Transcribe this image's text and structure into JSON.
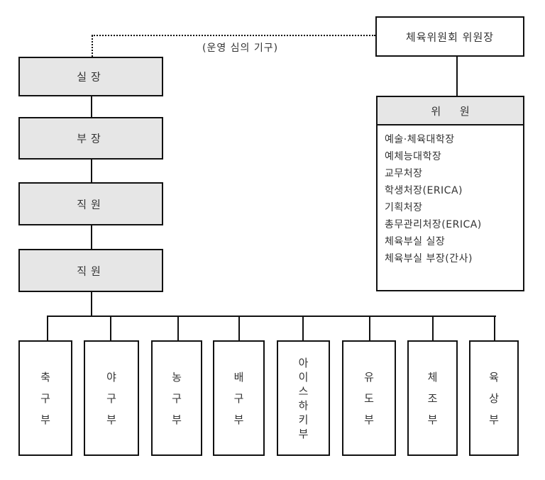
{
  "committee": {
    "chair": "체육위원회 위원장",
    "members_title": "위 원",
    "members": [
      "예술·체육대학장",
      "예체능대학장",
      "교무처장",
      "학생처장(ERICA)",
      "기획처장",
      "총무관리처장(ERICA)",
      "체육부실 실장",
      "체육부실 부장(간사)"
    ]
  },
  "advisory_note": "(운영 심의 기구)",
  "hierarchy": [
    {
      "label": "실장"
    },
    {
      "label": "부장"
    },
    {
      "label": "직원"
    },
    {
      "label": "직원"
    }
  ],
  "teams": [
    {
      "chars": [
        "축",
        "구",
        "부"
      ]
    },
    {
      "chars": [
        "야",
        "구",
        "부"
      ]
    },
    {
      "chars": [
        "농",
        "구",
        "부"
      ]
    },
    {
      "chars": [
        "배",
        "구",
        "부"
      ]
    },
    {
      "chars": [
        "아",
        "이",
        "스",
        "하",
        "키",
        "부"
      ]
    },
    {
      "chars": [
        "유",
        "도",
        "부"
      ]
    },
    {
      "chars": [
        "체",
        "조",
        "부"
      ]
    },
    {
      "chars": [
        "육",
        "상",
        "부"
      ]
    }
  ],
  "colors": {
    "box_fill": "#e6e6e6",
    "line": "#111111"
  }
}
